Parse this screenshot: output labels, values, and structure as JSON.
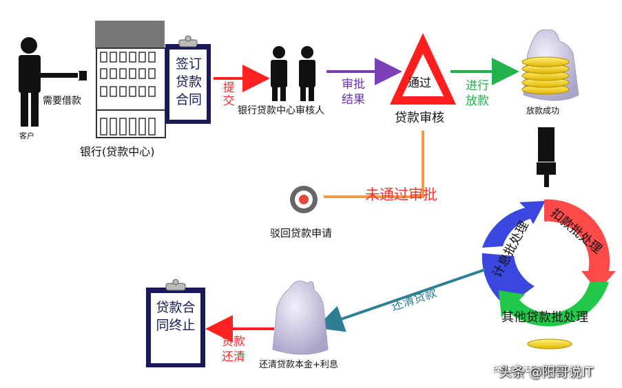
{
  "nodes": {
    "customer_label": "客户",
    "need_loan_label": "需要借款",
    "bank_label": "银行(贷款中心)",
    "sign_contract": "签订贷款合同",
    "submit_label": "提交",
    "reviewers_label": "银行贷款中心审核人",
    "approval_result": "审批结果",
    "passed_label": "通过",
    "loan_review_label": "贷款审核",
    "proceed_loan": "进行放款",
    "loan_success": "放款成功",
    "not_passed_label": "未通过审批",
    "reject_label": "驳回贷款申请",
    "cycle_deduct": "扣款批处理",
    "cycle_interest": "计息批处理",
    "cycle_other": "其他贷款批处理",
    "repay_label": "还清贷款",
    "principal_interest": "还清贷款本金+利息",
    "loan_repaid": "贷款还清",
    "contract_end": "贷款合同终止",
    "bottom_right_text": "拓展方式还款时间结束"
  },
  "watermark": "头条 @阳哥说IT",
  "colors": {
    "red": "#ff2a2a",
    "purple": "#7a3fb5",
    "green": "#22b24c",
    "teal": "#2e7f93",
    "orange": "#f39a3c",
    "blue": "#3a48e0",
    "navy": "#1a1a5a"
  }
}
